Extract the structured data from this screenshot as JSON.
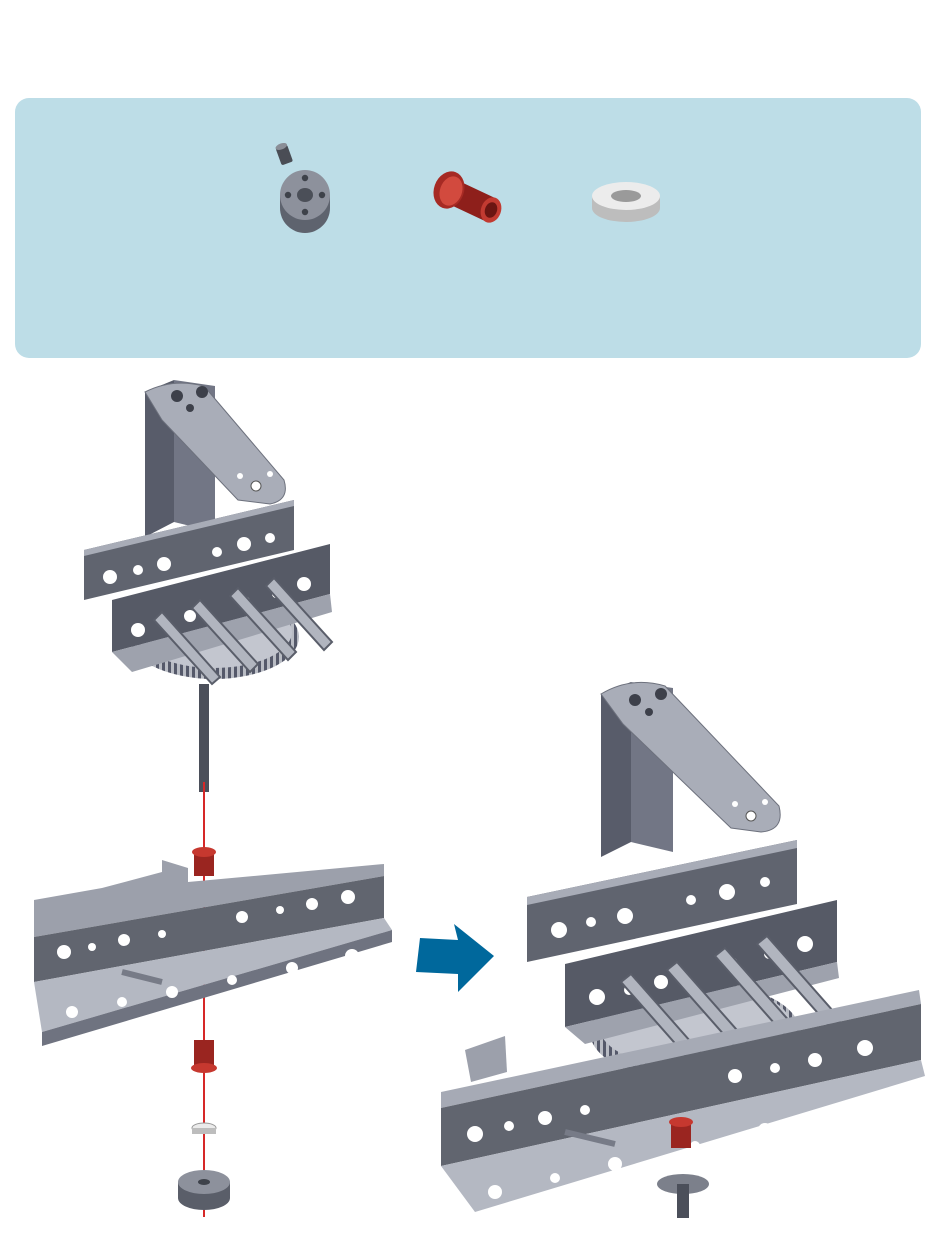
{
  "page": {
    "background": "#ffffff",
    "panel_color": "#bddde7",
    "accent_color": "#00689c"
  },
  "parts": [
    {
      "name": "shaft-collar-with-set-screw",
      "icon": "collar-icon",
      "color": "#7b808c"
    },
    {
      "name": "bronze-bushing",
      "icon": "bushing-icon",
      "color": "#b22a24"
    },
    {
      "name": "spacer-ring",
      "icon": "spacer-icon",
      "color": "#dcdcdc"
    }
  ],
  "figures": {
    "exploded": "exploded-assembly",
    "assembled": "assembled-result",
    "arrow": "next-step-arrow"
  }
}
